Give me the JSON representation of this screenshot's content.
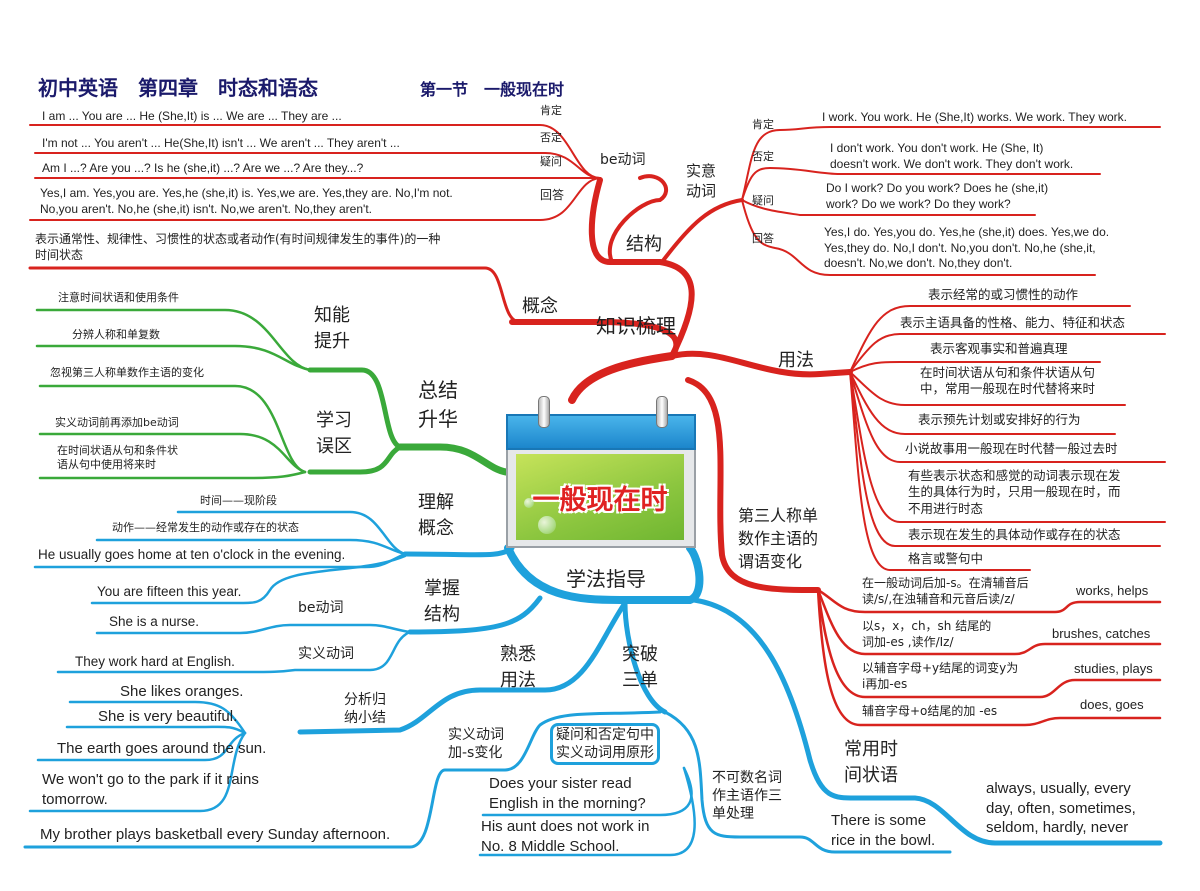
{
  "title": {
    "main": "初中英语　第四章　时态和语态",
    "section": "第一节　一般现在时"
  },
  "center": {
    "label": "一般现在时",
    "icon": "calendar-icon"
  },
  "colors": {
    "knowledge": "#d8231e",
    "summary": "#3aa93a",
    "method": "#1ea1dc",
    "title": "#1b1a6b"
  },
  "knowledge": {
    "label": "知识梳理",
    "structure": {
      "label": "结构",
      "be": {
        "label": "be动词",
        "items": [
          {
            "type": "肯定",
            "text": "I am ... You are ... He (She,It) is ... We are ... They are ..."
          },
          {
            "type": "否定",
            "text": "I'm not ... You aren't ... He(She,It) isn't ... We aren't ... They aren't ..."
          },
          {
            "type": "疑问",
            "text": "Am I ...? Are you ...? Is he (she,it) ...? Are we ...? Are they...?"
          },
          {
            "type": "回答",
            "text": "Yes,I am. Yes,you are. Yes,he (she,it) is. Yes,we are. Yes,they are. No,I'm not.\nNo,you aren't. No,he (she,it) isn't. No,we aren't. No,they aren't."
          }
        ]
      },
      "verb": {
        "label": "实意\n动词",
        "items": [
          {
            "type": "肯定",
            "text": "I work. You work. He (She,It) works. We work. They work."
          },
          {
            "type": "否定",
            "text": "I don't work. You don't work. He (She, It)\ndoesn't work. We don't work. They don't work."
          },
          {
            "type": "疑问",
            "text": "Do I work? Do you work? Does he (she,it)\nwork? Do we work? Do they work?"
          },
          {
            "type": "回答",
            "text": "Yes,I do. Yes,you do. Yes,he (she,it) does. Yes,we do.\nYes,they do. No,I don't. No,you don't. No,he (she,it,\ndoesn't. No,we don't. No,they don't."
          }
        ]
      }
    },
    "concept": {
      "label": "概念",
      "text": "表示通常性、规律性、习惯性的状态或者动作(有时间规律发生的事件)的一种\n时间状态"
    },
    "usage": {
      "label": "用法",
      "items": [
        "表示经常的或习惯性的动作",
        "表示主语具备的性格、能力、特征和状态",
        "表示客观事实和普遍真理",
        "在时间状语从句和条件状语从句\n中，常用一般现在时代替将来时",
        "表示预先计划或安排好的行为",
        "小说故事用一般现在时代替一般过去时",
        "有些表示状态和感觉的动词表示现在发\n生的具体行为时，只用一般现在时，而\n不用进行时态",
        "表示现在发生的具体动作或存在的状态",
        "格言或警句中"
      ]
    },
    "third_person": {
      "label": "第三人称单\n数作主语的\n谓语变化",
      "rules": [
        {
          "rule": "在一般动词后加-s。在清辅音后\n读/s/,在浊辅音和元音后读/z/",
          "examples": "works, helps"
        },
        {
          "rule": "以s，x，ch，sh 结尾的\n词加-es ,读作/Iz/",
          "examples": "brushes, catches"
        },
        {
          "rule": "以辅音字母+y结尾的词变y为\ni再加-es",
          "examples": "studies, plays"
        },
        {
          "rule": "辅音字母+o结尾的加 -es",
          "examples": "does, goes"
        }
      ]
    }
  },
  "summary": {
    "label": "总结\n升华",
    "ability": {
      "label": "知能\n提升",
      "items": [
        "注意时间状语和使用条件",
        "分辨人称和单复数"
      ]
    },
    "mistakes": {
      "label": "学习\n误区",
      "items": [
        "忽视第三人称单数作主语的变化",
        "实义动词前再添加be动词",
        "在时间状语从句和条件状\n语从句中使用将来时"
      ]
    }
  },
  "method": {
    "label": "学法指导",
    "concept": {
      "label": "理解\n概念",
      "items": [
        "时间——现阶段",
        "动作——经常发生的动作或存在的状态",
        "He usually goes home at ten o'clock in the evening."
      ]
    },
    "structure": {
      "label": "掌握\n结构",
      "example": "You are fifteen this year.",
      "be": {
        "label": "be动词",
        "example": "She is a nurse."
      },
      "verb": {
        "label": "实义动词",
        "example": "They work hard at English."
      }
    },
    "usage": {
      "label": "熟悉\n用法",
      "analysis": {
        "label": "分析归\n纳小结",
        "items": [
          "She likes oranges.",
          "She is very beautiful.",
          "The earth goes around the sun.",
          "We won't go to the park if it rains\ntomorrow."
        ]
      },
      "example": "My brother plays basketball every Sunday afternoon."
    },
    "third_person": {
      "label": "突破\n三单",
      "add_s": {
        "label": "实义动词\n加-s变化"
      },
      "base_form": {
        "label": "疑问和否定句中\n实义动词用原形",
        "items": [
          "Does your sister read\nEnglish in the morning?",
          "His aunt does not work in\nNo. 8 Middle School."
        ]
      },
      "uncountable": {
        "label": "不可数名词\n作主语作三\n单处理",
        "example": "There is some\nrice in the bowl."
      }
    },
    "time_adverbials": {
      "label": "常用时\n间状语",
      "text": "always, usually, every\nday, often, sometimes,\nseldom, hardly, never"
    }
  }
}
